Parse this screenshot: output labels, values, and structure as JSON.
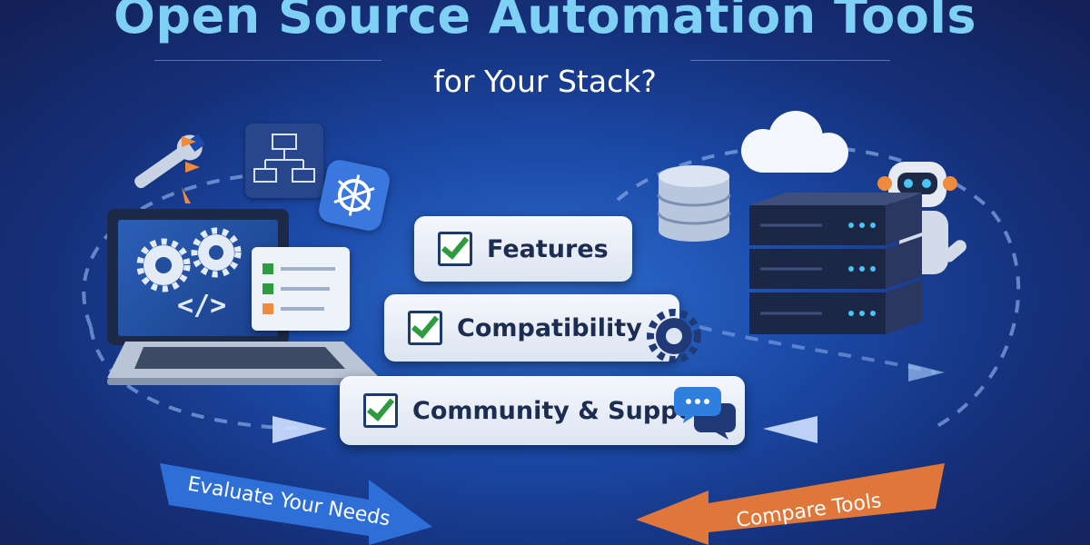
{
  "header": {
    "title": "Open Source Automation Tools",
    "subtitle": "for Your Stack?"
  },
  "checklist": {
    "items": [
      {
        "label": "Features"
      },
      {
        "label": "Compatibility"
      },
      {
        "label": "Community & Support"
      }
    ]
  },
  "banners": {
    "left": "Evaluate Your Needs",
    "right": "Compare Tools"
  },
  "icons": {
    "wrench": "wrench-icon",
    "flowchart": "flowchart-icon",
    "kubernetes": "helm-wheel-icon",
    "laptop": "laptop-icon",
    "gears": "gears-icon",
    "code": "code-icon",
    "checklist": "checklist-icon",
    "gear": "gear-icon",
    "chat": "chat-bubble-icon",
    "cloud": "cloud-icon",
    "database": "database-icon",
    "server": "server-rack-icon",
    "robot": "robot-icon"
  },
  "colors": {
    "title": "#7fd0f5",
    "check": "#2e9b3f",
    "left_banner": "#2d6fd6",
    "right_banner": "#e0773a"
  }
}
